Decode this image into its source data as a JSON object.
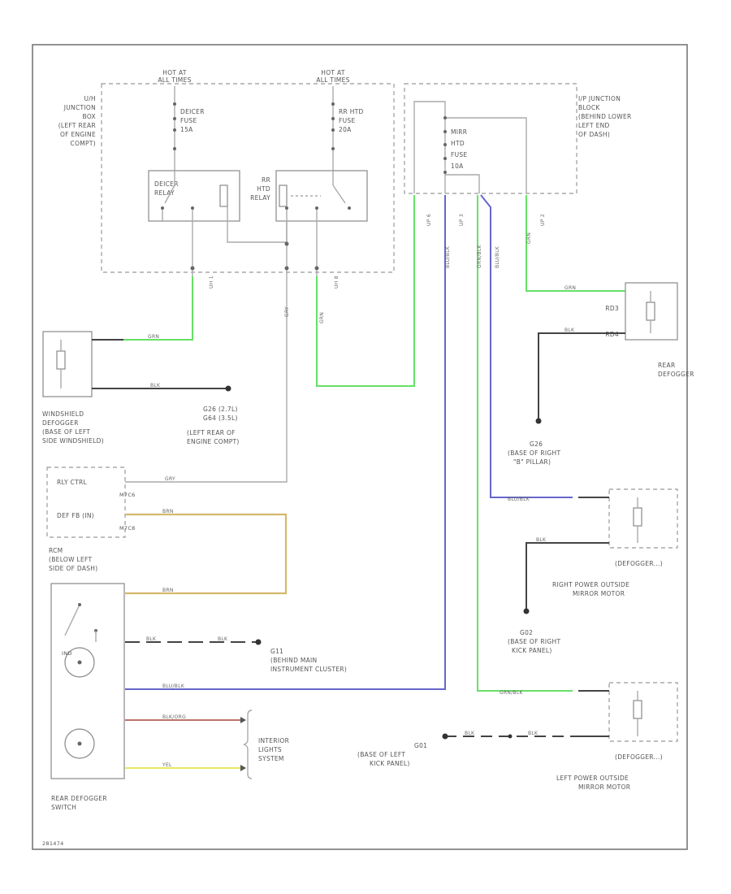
{
  "power_sources": {
    "left": [
      "HOT AT",
      "ALL TIMES"
    ],
    "right": [
      "HOT AT",
      "ALL TIMES"
    ]
  },
  "uh_junction_box": [
    "U/H",
    "JUNCTION",
    "BOX",
    "(LEFT REAR",
    "OF ENGINE",
    "COMPT)"
  ],
  "ip_junction_block": [
    "I/P JUNCTION",
    "BLOCK",
    "(BEHIND LOWER",
    "LEFT END",
    "OF DASH)"
  ],
  "fuses": {
    "deicer": [
      "DEICER",
      "FUSE",
      "15A"
    ],
    "rr_htd_uh": [
      "RR HTD",
      "FUSE",
      "20A"
    ],
    "mirr_htd": [
      "MIRR",
      "HTD",
      "FUSE",
      "10A"
    ]
  },
  "relays": {
    "deicer": [
      "DEICER",
      "RELAY"
    ],
    "rr_htd": [
      "RR",
      "HTD",
      "RELAY"
    ]
  },
  "connectors": {
    "uh_left": "UH 1",
    "uh_right": "UH 8",
    "ip_1": "UP 6",
    "ip_2": "UP 3",
    "ip_3": "UP 2"
  },
  "wire_colors": {
    "grn": "GRN",
    "blk": "BLK",
    "gry": "GRY",
    "brn": "BRN",
    "blu_blk": "BLU/BLK",
    "grn_blk": "GRN/BLK",
    "blk_org": "BLK/ORG",
    "yel": "YEL"
  },
  "components": {
    "windshield_defogger": [
      "WINDSHIELD",
      "DEFOGGER",
      "(BASE OF LEFT",
      "SIDE WINDSHIELD)"
    ],
    "ground_g_left": [
      "G26   (2.7L)",
      "G64   (3.5L)",
      "(LEFT REAR OF",
      "ENGINE COMPT)"
    ],
    "rear_defogger": [
      "REAR",
      "DEFOGGER"
    ],
    "ground_g_right": [
      "G26",
      "(BASE OF RIGHT",
      "\"B\" PILLAR)"
    ],
    "rcm": [
      "RCM",
      "(BELOW LEFT",
      "SIDE OF DASH)"
    ],
    "rcm_pins": {
      "rly_ctrl": "RLY CTRL",
      "def_fb": "DEF FB (IN)",
      "pin_a": "M7C6",
      "pin_b": "M7C8"
    },
    "rear_defogger_switch": [
      "REAR DEFOGGER",
      "SWITCH"
    ],
    "g11": [
      "G11",
      "(BEHIND MAIN",
      "INSTRUMENT CLUSTER)"
    ],
    "interior_lights": [
      "INTERIOR",
      "LIGHTS",
      "SYSTEM"
    ],
    "right_mirror": [
      "RIGHT POWER OUTSIDE",
      "MIRROR MOTOR"
    ],
    "right_mirror_part": "(DEFOGGER...)",
    "left_mirror": [
      "LEFT POWER OUTSIDE",
      "MIRROR MOTOR"
    ],
    "left_mirror_part": "(DEFOGGER...)",
    "g02": [
      "G02",
      "(BASE OF RIGHT",
      "KICK PANEL)"
    ],
    "g01": [
      "G01",
      "(BASE OF LEFT",
      "KICK PANEL)"
    ],
    "rdg_1": "RD3",
    "rdg_2": "RD4",
    "ind_label": "IND"
  },
  "footer_code": "281474"
}
